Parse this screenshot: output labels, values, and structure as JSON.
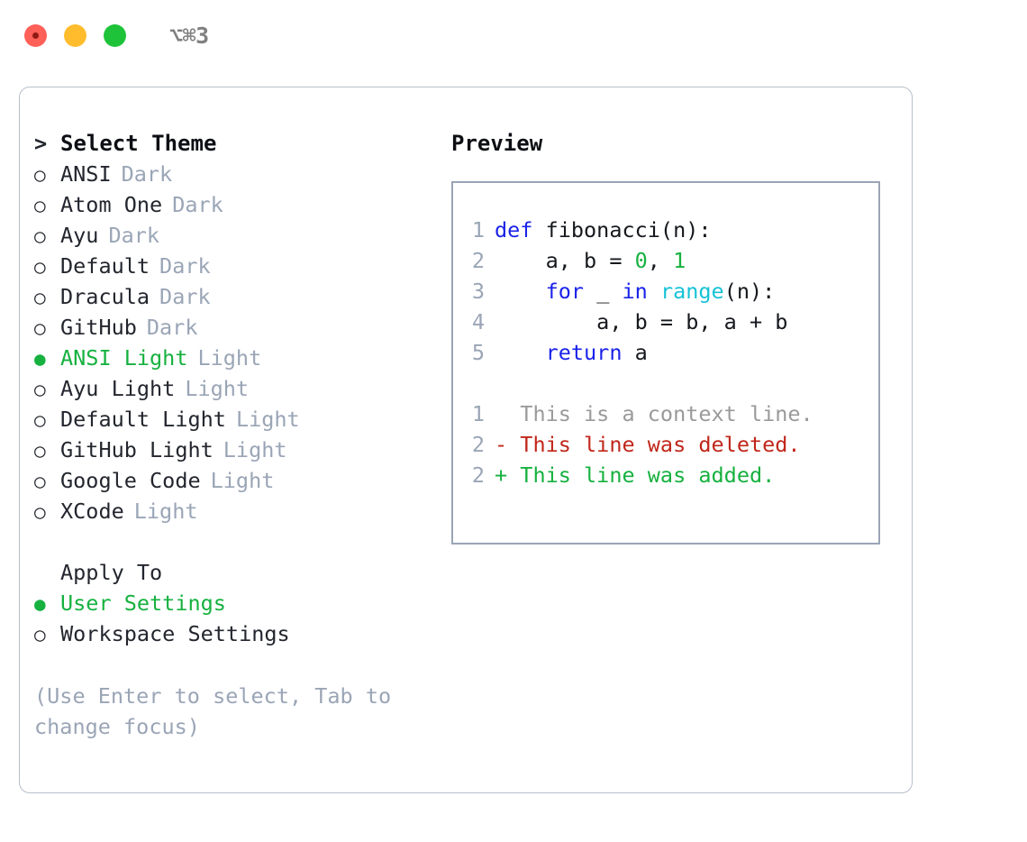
{
  "titlebar": {
    "shortcut": "⌥⌘3",
    "buttons": [
      "close",
      "minimize",
      "zoom"
    ]
  },
  "theme_picker": {
    "header_marker": ">",
    "header": "Select Theme",
    "marker_selected": "●",
    "marker_unselected": "○",
    "items": [
      {
        "name": "ANSI",
        "variant": "Dark",
        "selected": false
      },
      {
        "name": "Atom One",
        "variant": "Dark",
        "selected": false
      },
      {
        "name": "Ayu",
        "variant": "Dark",
        "selected": false
      },
      {
        "name": "Default",
        "variant": "Dark",
        "selected": false
      },
      {
        "name": "Dracula",
        "variant": "Dark",
        "selected": false
      },
      {
        "name": "GitHub",
        "variant": "Dark",
        "selected": false
      },
      {
        "name": "ANSI Light",
        "variant": "Light",
        "selected": true
      },
      {
        "name": "Ayu Light",
        "variant": "Light",
        "selected": false
      },
      {
        "name": "Default Light",
        "variant": "Light",
        "selected": false
      },
      {
        "name": "GitHub Light",
        "variant": "Light",
        "selected": false
      },
      {
        "name": "Google Code",
        "variant": "Light",
        "selected": false
      },
      {
        "name": "XCode",
        "variant": "Light",
        "selected": false
      }
    ]
  },
  "apply_to": {
    "header": "Apply To",
    "items": [
      {
        "name": "User Settings",
        "selected": true
      },
      {
        "name": "Workspace Settings",
        "selected": false
      }
    ]
  },
  "hint": "(Use Enter to select, Tab to change focus)",
  "preview": {
    "title": "Preview",
    "code_lines": [
      {
        "no": "1",
        "tokens": [
          {
            "t": "def ",
            "c": "kw"
          },
          {
            "t": "fibonacci(n):",
            "c": "txt"
          }
        ]
      },
      {
        "no": "2",
        "tokens": [
          {
            "t": "    a, b = ",
            "c": "txt"
          },
          {
            "t": "0",
            "c": "num"
          },
          {
            "t": ", ",
            "c": "txt"
          },
          {
            "t": "1",
            "c": "num"
          }
        ]
      },
      {
        "no": "3",
        "tokens": [
          {
            "t": "    ",
            "c": "txt"
          },
          {
            "t": "for",
            "c": "kw"
          },
          {
            "t": " _ ",
            "c": "txt"
          },
          {
            "t": "in",
            "c": "kw"
          },
          {
            "t": " ",
            "c": "txt"
          },
          {
            "t": "range",
            "c": "fn"
          },
          {
            "t": "(n):",
            "c": "txt"
          }
        ]
      },
      {
        "no": "4",
        "tokens": [
          {
            "t": "        a, b = b, a + b",
            "c": "txt"
          }
        ]
      },
      {
        "no": "5",
        "tokens": [
          {
            "t": "    ",
            "c": "txt"
          },
          {
            "t": "return",
            "c": "kw"
          },
          {
            "t": " a",
            "c": "txt"
          }
        ]
      }
    ],
    "diff_lines": [
      {
        "no": "1",
        "kind": "ctx",
        "text": "  This is a context line."
      },
      {
        "no": "2",
        "kind": "del",
        "text": "- This line was deleted."
      },
      {
        "no": "2",
        "kind": "add",
        "text": "+ This line was added."
      }
    ]
  },
  "colors": {
    "accent_green": "#16b13f",
    "keyword_blue": "#1a23e8",
    "function_cyan": "#15c2d6",
    "diff_delete_red": "#c0261a",
    "muted_gray": "#9aa5b6",
    "text": "#23262e",
    "border": "#b6bfcc",
    "light_red": "#ff6058",
    "light_yellow": "#ffbd2e",
    "light_green": "#1fc33a"
  }
}
